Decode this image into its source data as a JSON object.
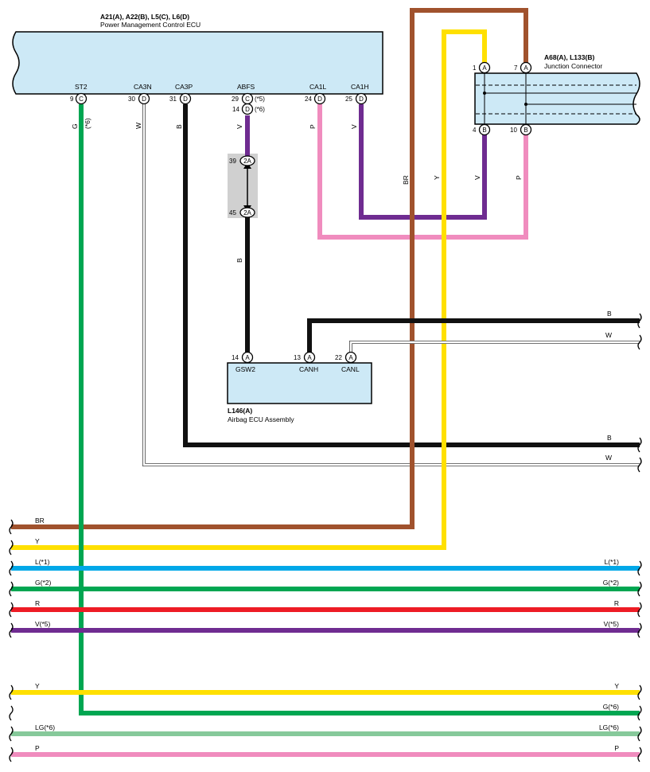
{
  "colors": {
    "BR": "#a0522d",
    "Y": "#ffe000",
    "L": "#00a8e8",
    "G": "#00a651",
    "R": "#ee1c25",
    "V": "#6f2c91",
    "P": "#f08cbe",
    "LG": "#86c99a",
    "B": "#111111",
    "W": "#555555",
    "ecu_fill": "#cde9f6",
    "relay_fill": "#d0d0d0"
  },
  "ecu": {
    "title": "A21(A), A22(B), L5(C), L6(D)",
    "name": "Power Management Control ECU",
    "pins": [
      {
        "label": "ST2",
        "num": "9",
        "conn": "C"
      },
      {
        "label": "CA3N",
        "num": "30",
        "conn": "D"
      },
      {
        "label": "CA3P",
        "num": "31",
        "conn": "D"
      },
      {
        "label": "ABFS",
        "num": "29",
        "conn": "C",
        "suffix": "(*5)",
        "num2": "14",
        "conn2": "D",
        "suffix2": "(*6)"
      },
      {
        "label": "CA1L",
        "num": "24",
        "conn": "D"
      },
      {
        "label": "CA1H",
        "num": "25",
        "conn": "D"
      }
    ]
  },
  "junction": {
    "title": "A68(A), L133(B)",
    "name": "Junction Connector",
    "pins": [
      {
        "num": "1",
        "conn": "A"
      },
      {
        "num": "7",
        "conn": "A"
      },
      {
        "num": "4",
        "conn": "B"
      },
      {
        "num": "10",
        "conn": "B"
      }
    ]
  },
  "relay": {
    "pins": [
      {
        "num": "39",
        "conn": "2A"
      },
      {
        "num": "45",
        "conn": "2A"
      }
    ]
  },
  "airbag": {
    "title": "L146(A)",
    "name": "Airbag ECU Assembly",
    "pins": [
      {
        "label": "GSW2",
        "num": "14",
        "conn": "A"
      },
      {
        "label": "CANH",
        "num": "13",
        "conn": "A"
      },
      {
        "label": "CANL",
        "num": "22",
        "conn": "A"
      }
    ]
  },
  "wire_labels": {
    "g_st2": "G",
    "g_st2_note": "(*6)",
    "w_ca3n": "W",
    "b_ca3p": "B",
    "v_abfs": "V",
    "b_relay": "B",
    "p_ca1l": "P",
    "v_ca1h": "V",
    "br_vert": "BR",
    "y_vert": "Y",
    "v_junc": "V",
    "p_junc": "P",
    "b_right_1": "B",
    "w_right_1": "W",
    "b_right_2": "B",
    "w_right_2": "W"
  },
  "bus": [
    {
      "left": "BR",
      "right": "",
      "color": "BR"
    },
    {
      "left": "Y",
      "right": "",
      "color": "Y"
    },
    {
      "left": "L(*1)",
      "right": "L(*1)",
      "color": "L"
    },
    {
      "left": "G(*2)",
      "right": "G(*2)",
      "color": "G"
    },
    {
      "left": "R",
      "right": "R",
      "color": "R"
    },
    {
      "left": "V(*5)",
      "right": "V(*5)",
      "color": "V"
    },
    {
      "left": "Y",
      "right": "Y",
      "color": "Y"
    },
    {
      "left": "",
      "right": "G(*6)",
      "color": "G"
    },
    {
      "left": "LG(*6)",
      "right": "LG(*6)",
      "color": "LG"
    },
    {
      "left": "P",
      "right": "P",
      "color": "P"
    }
  ]
}
